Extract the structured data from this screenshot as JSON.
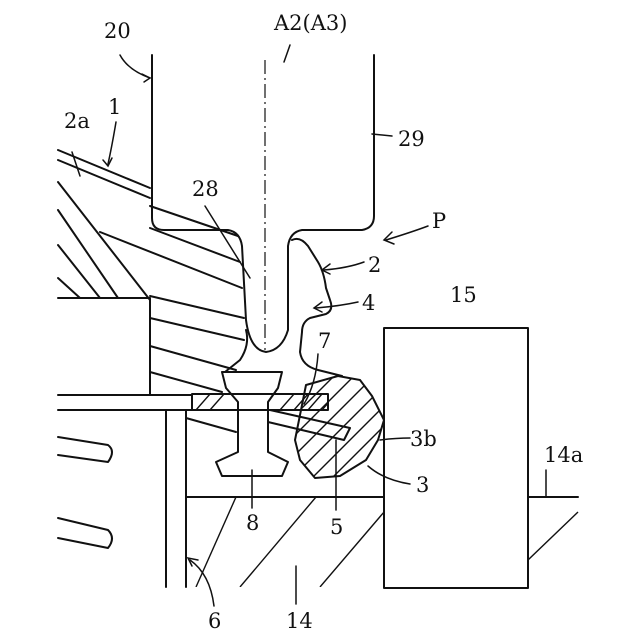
{
  "labels": {
    "axis": "A2(A3)",
    "l20": "20",
    "l29": "29",
    "l2a": "2a",
    "l1": "1",
    "l28": "28",
    "lP": "P",
    "l2": "2",
    "l4": "4",
    "l15": "15",
    "l7": "7",
    "l3b": "3b",
    "l3": "3",
    "l14a": "14a",
    "l8": "8",
    "l5": "5",
    "l6": "6",
    "l14": "14"
  }
}
